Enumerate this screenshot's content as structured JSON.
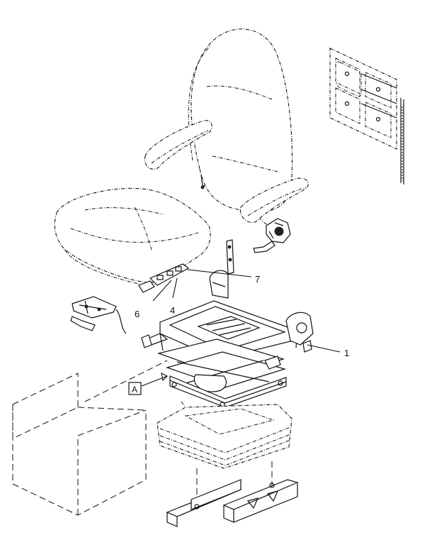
{
  "callouts": {
    "c1": "1",
    "c4": "4",
    "c6": "6",
    "c7": "7"
  },
  "detail": {
    "label": "A"
  }
}
